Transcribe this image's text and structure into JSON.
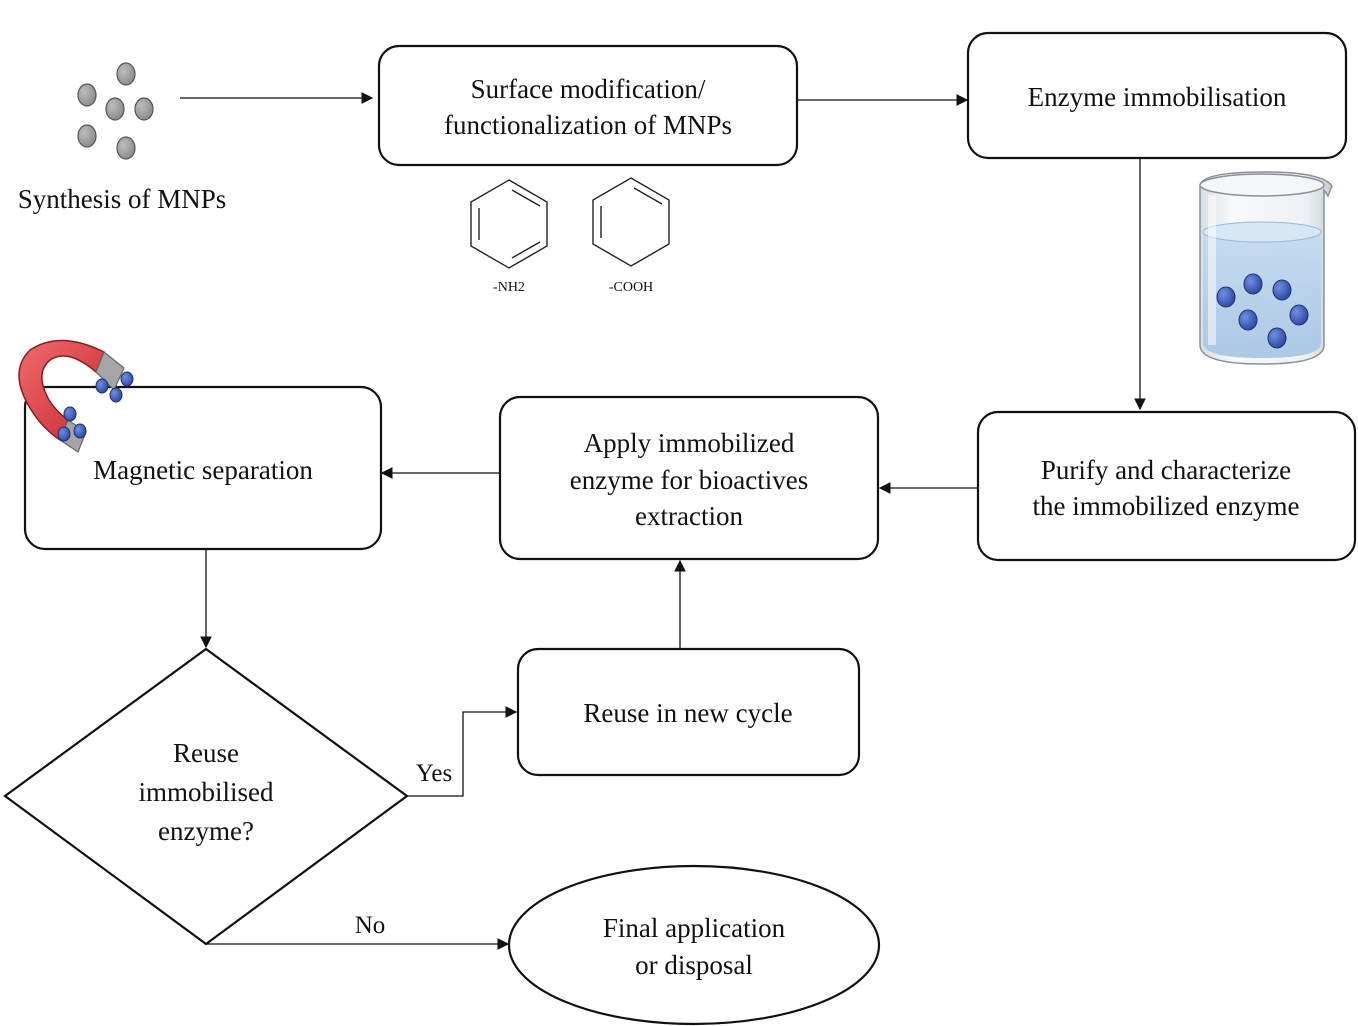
{
  "diagram": {
    "nodes": {
      "synthesis": {
        "label": "Synthesis of MNPs"
      },
      "surface": {
        "line1": "Surface modification/",
        "line2": "functionalization of MNPs"
      },
      "immobilisation": {
        "label": "Enzyme immobilisation"
      },
      "purify": {
        "line1": "Purify and characterize",
        "line2": "the immobilized enzyme"
      },
      "apply": {
        "line1": "Apply immobilized",
        "line2": "enzyme for bioactives",
        "line3": "extraction"
      },
      "magnetic": {
        "label": "Magnetic separation"
      },
      "decision": {
        "line1": "Reuse",
        "line2": "immobilised",
        "line3": "enzyme?"
      },
      "reuse": {
        "label": "Reuse in new cycle"
      },
      "final": {
        "line1": "Final application",
        "line2": "or disposal"
      }
    },
    "edges": {
      "yes": "Yes",
      "no": "No"
    },
    "chemicals": {
      "amine": "-NH2",
      "carboxyl": "-COOH"
    },
    "colors": {
      "stroke": "#111111",
      "particle": "#9a9a9a",
      "enzyme_bead": "#3b5fc0",
      "magnet": "#d93a3f",
      "water": "#b9d3ec"
    }
  }
}
